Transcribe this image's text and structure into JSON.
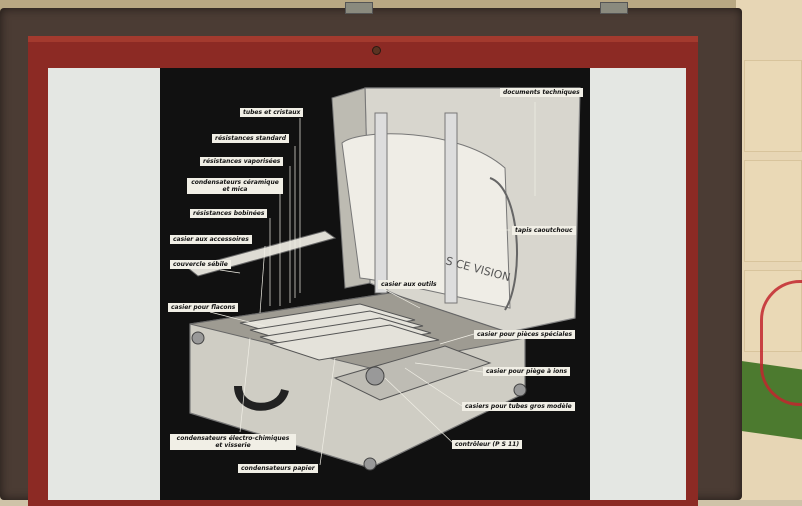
{
  "labels": {
    "tubes_cristaux": "tubes et cristaux",
    "resistances_standard": "résistances standard",
    "resistances_vaporisees": "résistances vaporisées",
    "condensateurs_ceramique": "condensateurs céramique et mica",
    "resistances_bobinees": "résistances bobinées",
    "casier_accessoires": "casier aux accessoires",
    "couvercle_sebile": "couvercle sébile",
    "casier_flacons": "casier pour flacons",
    "condensateurs_electro": "condensateurs électro-chimiques et visserie",
    "condensateurs_papier": "condensateurs papier",
    "documents_techniques": "documents techniques",
    "tapis_caoutchouc": "tapis caoutchouc",
    "casier_outils": "casier aux outils",
    "casier_pieces_speciales": "casier pour pièces spéciales",
    "casier_piege_ions": "casier pour piège à ions",
    "casiers_tubes_gros": "casiers pour tubes gros modèle",
    "controleur": "contrôleur (P S 11)"
  },
  "blanket_text": "S  CE  VISION",
  "colors": {
    "plate": "#111111",
    "label_bg": "#f1efe6",
    "frame_red": "#8c2a24",
    "case_brown": "#4b3c34",
    "panel": "#e4e7e3"
  }
}
